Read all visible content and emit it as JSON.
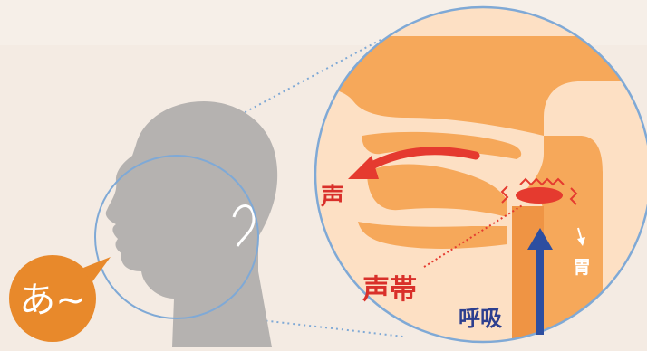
{
  "speech_bubble": {
    "text": "あ~",
    "color": "#e8892b"
  },
  "labels": {
    "voice": "声",
    "vocal_cords": "声帯",
    "breathing": "呼吸",
    "stomach": "胃"
  },
  "colors": {
    "background": "#f4ebe3",
    "head": "#b5b2b0",
    "circle_bg": "#fde0c4",
    "circle_border": "#7fa9d6",
    "tissue": "#f6a85a",
    "tissue_dark": "#ef9444",
    "voice_arrow": "#e53a2f",
    "breath_arrow": "#2d4ea0",
    "label_red": "#d9302a",
    "label_blue": "#2d3f8f",
    "stomach_label": "#ffffff"
  }
}
